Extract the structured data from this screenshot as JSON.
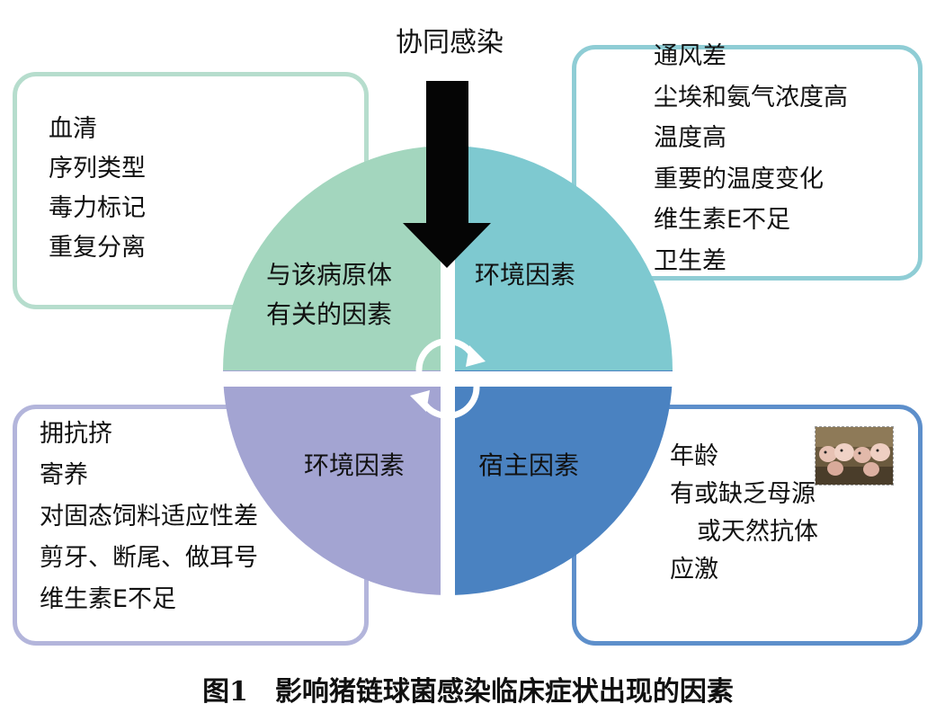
{
  "top_label": "协同感染",
  "colors": {
    "top_left": "#a3d6be",
    "top_right": "#7ec9d0",
    "bottom_left": "#a3a4d2",
    "bottom_right": "#4a82c1",
    "box_top_left": "#b6ddcd",
    "box_top_right": "#8fcdd5",
    "box_bottom_left": "#b3b5db",
    "box_bottom_right": "#5d8fcb",
    "arrow": "#050505"
  },
  "quadrants": {
    "top_left": {
      "lines": [
        "与该病原体",
        "有关的因素"
      ]
    },
    "top_right": {
      "lines": [
        "环境因素"
      ]
    },
    "bottom_left": {
      "lines": [
        "环境因素"
      ]
    },
    "bottom_right": {
      "lines": [
        "宿主因素"
      ]
    }
  },
  "boxes": {
    "top_left": [
      "血清",
      "序列类型",
      "毒力标记",
      "重复分离"
    ],
    "top_right": [
      "通风差",
      "尘埃和氨气浓度高",
      "温度高",
      "重要的温度变化",
      "维生素E不足",
      "卫生差"
    ],
    "bottom_left": [
      "拥抗挤",
      "寄养",
      "对固态饲料适应性差",
      "剪牙、断尾、做耳号",
      "维生素E不足"
    ],
    "bottom_right": [
      "年龄",
      "有或缺乏母源",
      "或天然抗体",
      "应激"
    ]
  },
  "photo_icon": "piglets-photo-icon",
  "caption": "图1　影响猪链球菌感染临床症状出现的因素"
}
